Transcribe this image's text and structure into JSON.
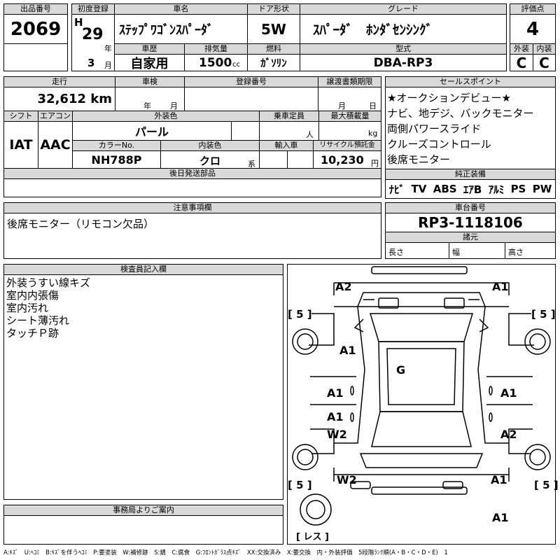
{
  "header": {
    "lot_label": "出品番号",
    "lot": "2069",
    "reg_label": "初度登録",
    "era": "H",
    "year": "29",
    "year_unit": "年",
    "month": "3",
    "month_unit": "月",
    "car_label": "車名",
    "car": "ｽﾃｯﾌﾟﾜｺﾞﾝｽﾊﾟｰﾀﾞ",
    "door_label": "ドア形状",
    "door": "5W",
    "grade_label": "グレード",
    "grade": "ｽﾊﾟｰﾀﾞ　ﾎﾝﾀﾞｾﾝｼﾝｸﾞ",
    "score_label": "評価点",
    "score": "4",
    "history_label": "車歴",
    "history": "自家用",
    "disp_label": "排気量",
    "disp": "1500",
    "disp_unit": "cc",
    "fuel_label": "燃料",
    "fuel": "ｶﾞｿﾘﾝ",
    "model_label": "型式",
    "model": "DBA-RP3",
    "ext_label": "外装",
    "ext": "C",
    "int_label": "内装",
    "int": "C"
  },
  "row2": {
    "mileage_label": "走行",
    "mileage": "32,612 km",
    "inspect_label": "車検",
    "inspect_year": "年",
    "inspect_month": "月",
    "regno_label": "登録番号",
    "transfer_label": "譲渡書類期限",
    "transfer_month": "月",
    "transfer_day": "日",
    "shift_label": "シフト",
    "shift": "IAT",
    "ac_label": "エアコン",
    "ac": "AAC",
    "color_label": "外装色",
    "color": "パール",
    "capacity_label": "乗車定員",
    "capacity_unit": "人",
    "load_label": "最大積載量",
    "load_unit": "kg",
    "colorno_label": "カラーNo.",
    "colorno": "NH788P",
    "intcolor_label": "内装色",
    "intcolor": "クロ",
    "intcolor_unit": "系",
    "import_label": "輸入車",
    "recycle_label": "リサイクル預託金",
    "recycle": "10,230",
    "recycle_unit": "円",
    "later_label": "後日発送部品"
  },
  "sales": {
    "label": "セールスポイント",
    "items": [
      "★オークションデビュー★",
      "ナビ、地デジ、バックモニター",
      "両側パワースライド",
      "クルーズコントロール",
      "後席モニター"
    ],
    "equip_label": "純正装備",
    "equip": [
      "ﾅﾋﾞ",
      "TV",
      "ABS",
      "ｴｱB",
      "ｱﾙﾐ",
      "PS",
      "PW"
    ]
  },
  "notes": {
    "label": "注意事項欄",
    "text": "後席モニター（リモコン欠品）"
  },
  "chassis": {
    "label": "車台番号",
    "value": "RP3-1118106",
    "spec_label": "諸元",
    "length": "長さ",
    "width": "幅",
    "height": "高さ"
  },
  "inspector": {
    "label": "検査員記入欄",
    "lines": [
      "外装うすい線キズ",
      "室内内張傷",
      "室内汚れ",
      "シート薄汚れ",
      "タッチＰ跡"
    ]
  },
  "office": {
    "label": "事務局よりご案内"
  },
  "diagram": {
    "marks": {
      "a2_tl": "A2",
      "a1_tr": "A1",
      "a1_lf": "A1",
      "g": "G",
      "a1_ld": "A1",
      "a1_rd": "A1",
      "a1_lr": "A1",
      "w2_l": "W2",
      "a2_r": "A2",
      "w2_bl": "W2",
      "a1_br": "A1",
      "a1_bot": "A1"
    },
    "tires": {
      "fl": "[ 5 ]",
      "fr": "[ 5 ]",
      "rl": "[ 5 ]",
      "rr": "[ 5 ]",
      "spare": "[ レス ]"
    }
  },
  "legend": "A:ｷｽﾞ　U:ﾍｺﾐ　B:ｷｽﾞを伴うﾍｺﾐ　P:要塗装　W:補修跡　S:錆　C:腐食　G:ﾌﾛﾝﾄｶﾞﾗｽ点ｷｽﾞ　XX:交換済み　X:要交換　内・外装評価　5段階ﾗﾝｸ順(A・B・C・D・E)　1"
}
